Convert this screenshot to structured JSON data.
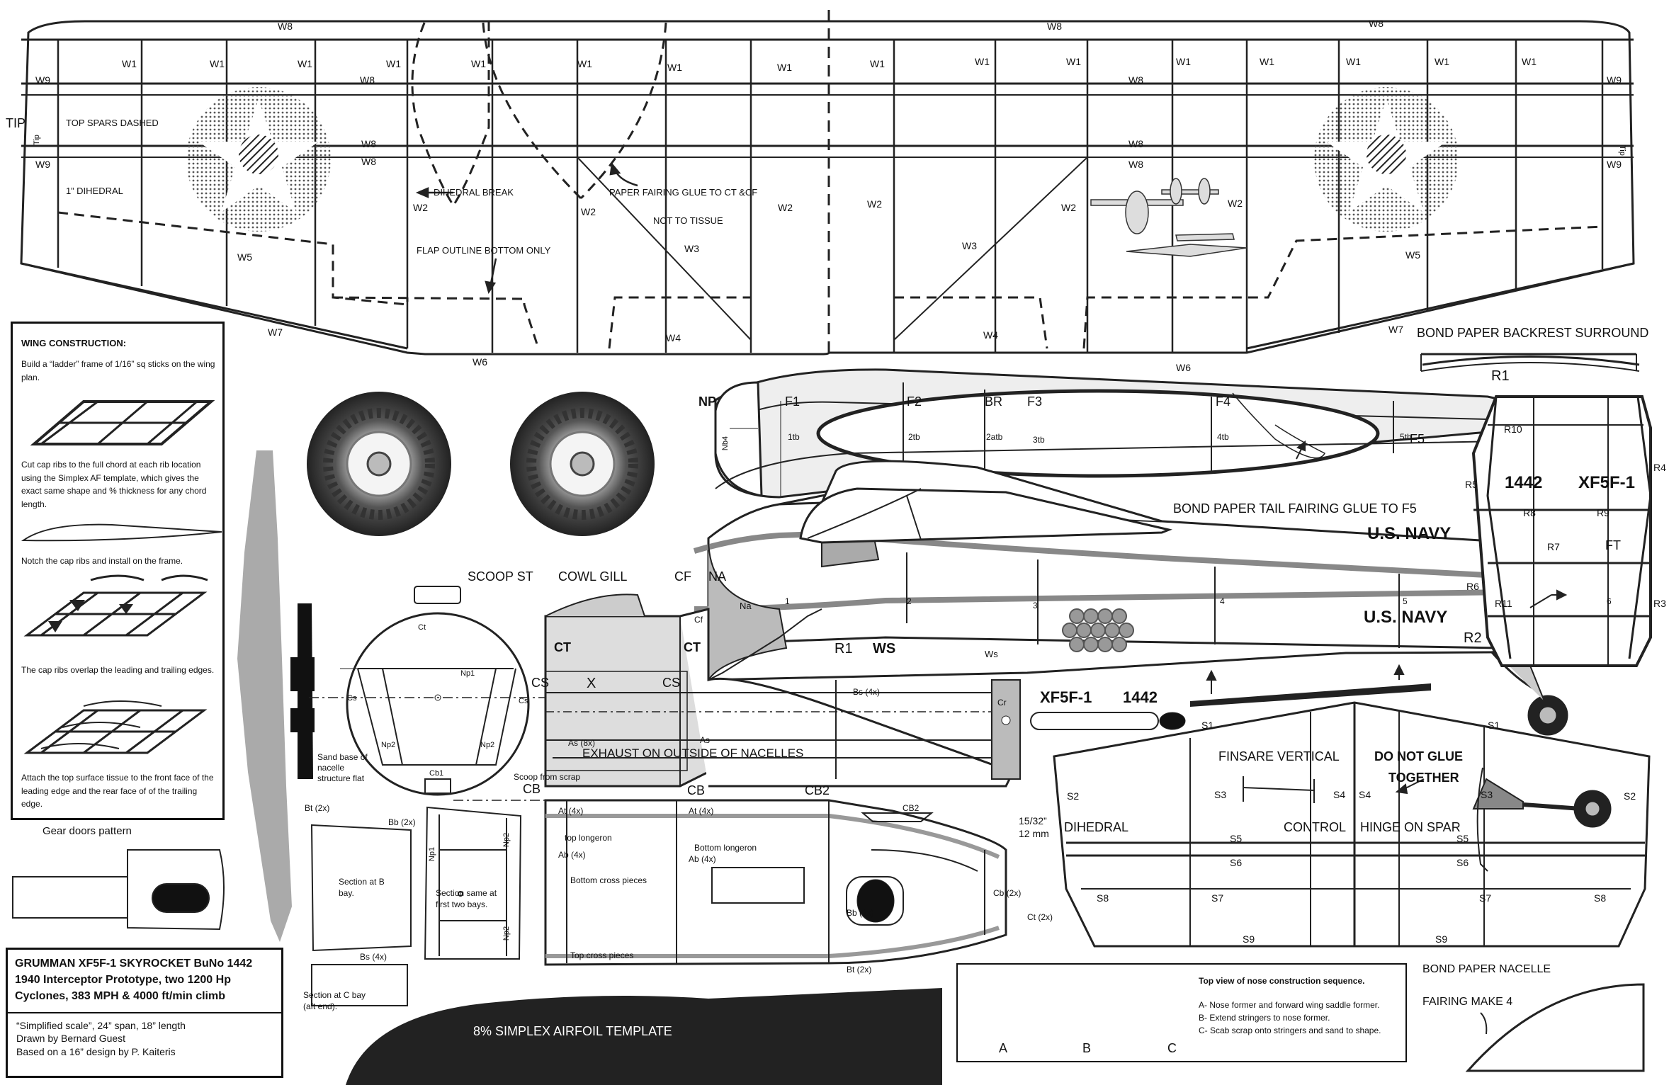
{
  "plan": {
    "title_lines": [
      "GRUMMAN XF5F-1 SKYROCKET BuNo 1442",
      "1940 Interceptor Prototype, two 1200 Hp",
      "Cyclones,  383 MPH & 4000 ft/min climb"
    ],
    "credit_lines": [
      "“Simplified scale”, 24” span, 18” length",
      "Drawn by Bernard Guest",
      "Based on a 16” design by P. Kaiteris"
    ]
  },
  "construction": {
    "heading": "WING CONSTRUCTION:",
    "steps": [
      "Build a “ladder” frame of 1/16” sq sticks on the wing plan.",
      "Cut cap ribs to the full chord at each rib location using the Simplex AF  template,   which gives the exact same shape and % thickness for any chord length.",
      "Notch the cap ribs and install on the frame.",
      "The cap ribs overlap the leading and trailing edges.",
      "Attach the top surface tissue to the front face of the leading edge and the rear face of of the trailing edge."
    ]
  },
  "wing": {
    "tip": "TIP",
    "tip_small": "Tip",
    "top_spars": "TOP SPARS DASHED",
    "dihedral": "1” DIHEDRAL",
    "dihedral_break": "DIHEDRAL BREAK",
    "flap_outline": "FLAP OUTLINE BOTTOM ONLY",
    "paper_fairing": "PAPER FAIRING GLUE TO CT &CF",
    "not_to_tissue": "NOT TO TISSUE",
    "labels": {
      "w1": "W1",
      "w2": "W2",
      "w3": "W3",
      "w4": "W4",
      "w5": "W5",
      "w6": "W6",
      "w7": "W7",
      "w8": "W8",
      "w9": "W9"
    }
  },
  "fuselage": {
    "np": "NP",
    "nb4": "Nb4",
    "formers": [
      "F1",
      "F2",
      "BR",
      "F3",
      "F4",
      "F5"
    ],
    "former_tb": [
      "1tb",
      "2tb",
      "2atb",
      "3tb",
      "4tb",
      "5tb"
    ],
    "tail_fairing": "BOND PAPER TAIL FAIRING GLUE TO F5",
    "navy": "U.S. NAVY",
    "navy2": "U.S. NAVY",
    "xf5f": "XF5F-1",
    "buno": "1442",
    "stations": [
      "1",
      "2",
      "3",
      "4",
      "5",
      "6"
    ],
    "na": "Na",
    "r1": "R1",
    "ws": "WS",
    "ws_small": "Ws"
  },
  "fin": {
    "backrest": "BOND PAPER BACKREST SURROUND",
    "r_labels": [
      "R1",
      "R10",
      "R4",
      "R5",
      "R8",
      "R9",
      "R7",
      "R6",
      "R11",
      "R3",
      "R2"
    ],
    "buno": "1442",
    "type": "XF5F-1",
    "ft": "FT"
  },
  "nacelle": {
    "scoop_st": "SCOOP ST",
    "cowl_gill": "COWL GILL",
    "cf": "CF",
    "na": "NA",
    "ct": "CT",
    "cf_small": "Cf",
    "cs": "CS",
    "x": "X",
    "cr": "Cr",
    "bs": "Bs (4x)",
    "as8": "As (8x)",
    "as": "As",
    "exhaust": "EXHAUST    ON    OUTSIDE OF NACELLES",
    "cb": "CB",
    "cb2": "CB2",
    "scoop_scrap": "Scoop from scrap",
    "former_labels": [
      "Ct",
      "Np1",
      "Cs",
      "Cs",
      "Np2",
      "Np2",
      "Cb1"
    ],
    "sand_base": "Sand base of nacelle structure flat",
    "at": "At (4x)",
    "top_longeron": "top longeron",
    "ab": "Ab (4x)",
    "bottom_longeron": "Bottom longeron",
    "bottom_cross": "Bottom cross pieces",
    "top_cross": "Top cross pieces",
    "bb": "Bb (2x)",
    "bt": "Bt (2x)",
    "cb_small": "Cb (2x)",
    "ct_small": "Ct (2x)",
    "cb2_small": "CB2",
    "dim": "15/32”\n12 mm",
    "section_b": "Section at B bay.",
    "section_same": "Section same at first two bays.",
    "section_c": "Section at C bay (aft end).",
    "np1": "Np1",
    "np2": "Np2",
    "bs4": "Bs (4x)"
  },
  "stab": {
    "s_labels": [
      "S1",
      "S1",
      "S2",
      "S2",
      "S3",
      "S4",
      "S4",
      "S3",
      "S5",
      "S5",
      "S6",
      "S6",
      "S7",
      "S7",
      "S8",
      "S8",
      "S9",
      "S9"
    ],
    "finsare": "FINSARE VERTICAL",
    "do_not_glue": "DO NOT GLUE",
    "together": "TOGETHER",
    "dihedral": "DIHEDRAL",
    "control": "CONTROL",
    "hinge": "HINGE ON SPAR"
  },
  "misc": {
    "gear_doors": "Gear doors pattern",
    "airfoil": "8% SIMPLEX AIRFOIL TEMPLATE",
    "nacelle_fairing_title": "BOND PAPER NACELLE",
    "nacelle_fairing_make": "FAIRING MAKE 4"
  },
  "nose_box": {
    "heading": "Top view of nose construction sequence.",
    "steps": [
      "A- Nose former and forward wing saddle former.",
      "B- Extend stringers to nose former.",
      "C-  Scab scrap onto stringers and sand to shape."
    ],
    "letters": [
      "A",
      "B",
      "C"
    ]
  }
}
